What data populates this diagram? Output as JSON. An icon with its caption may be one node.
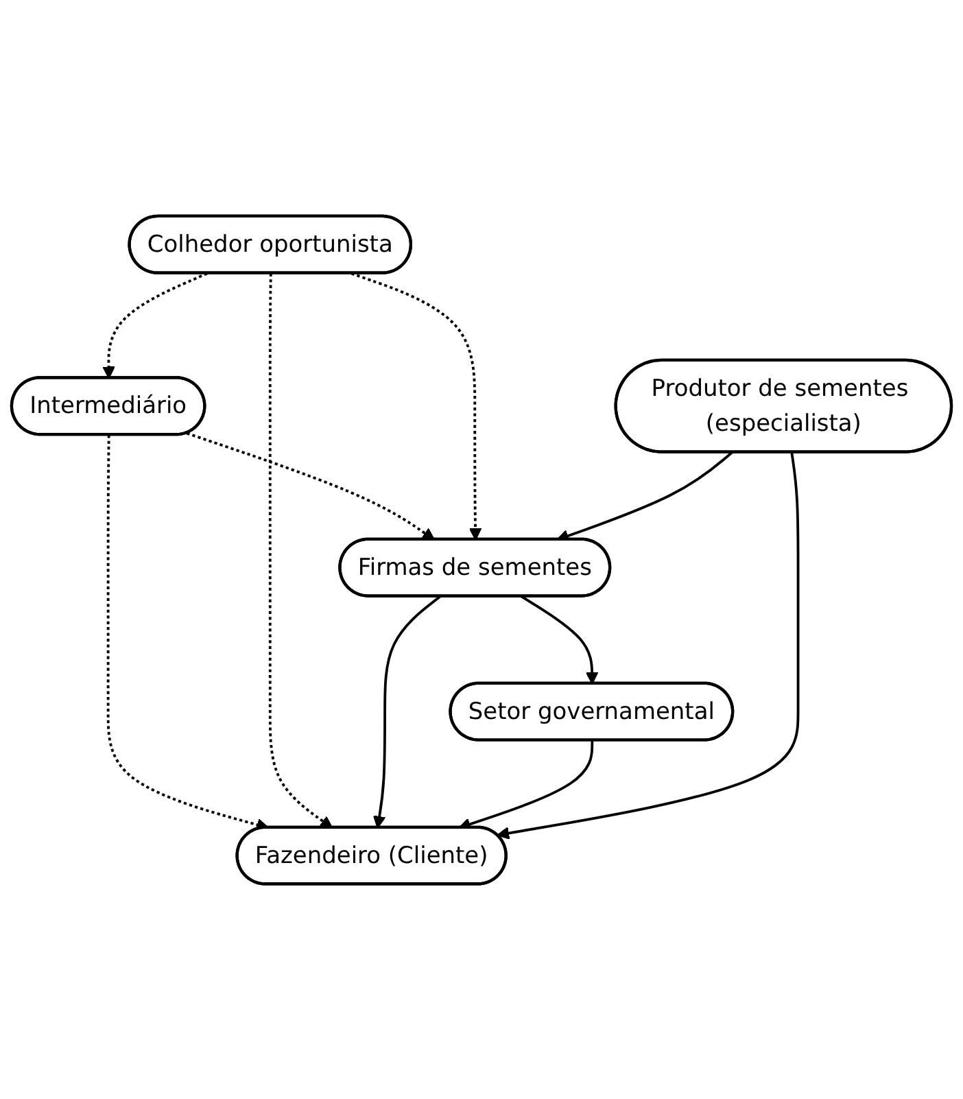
{
  "diagram": {
    "nodes": [
      {
        "text": [
          "Intermediário"
        ]
      },
      {
        "text": [
          "Colhedor oportunista"
        ]
      },
      {
        "text": [
          "Firmas de sementes"
        ]
      },
      {
        "text": [
          "Fazendeiro (Cliente)"
        ]
      },
      {
        "text": [
          "Setor governamental"
        ]
      },
      {
        "text": [
          "Produtor de sementes (especialista)"
        ]
      }
    ],
    "edges": [
      {
        "from": 1,
        "to": 0,
        "arrow": "to",
        "style": "dashed"
      },
      {
        "from": 0,
        "to": 2,
        "arrow": "to",
        "style": "dashed"
      },
      {
        "from": 0,
        "to": 3,
        "arrow": "to",
        "style": "dashed"
      },
      {
        "from": 1,
        "to": 2,
        "arrow": "to",
        "style": "dashed"
      },
      {
        "from": 1,
        "to": 3,
        "arrow": "to",
        "style": "dashed"
      },
      {
        "from": 2,
        "to": 3,
        "arrow": "to"
      },
      {
        "from": 2,
        "to": 4,
        "arrow": "to"
      },
      {
        "from": 4,
        "to": 3,
        "arrow": "to"
      },
      {
        "from": 5,
        "to": 2,
        "arrow": "to"
      },
      {
        "from": 5,
        "to": 3,
        "arrow": "to"
      }
    ]
  }
}
